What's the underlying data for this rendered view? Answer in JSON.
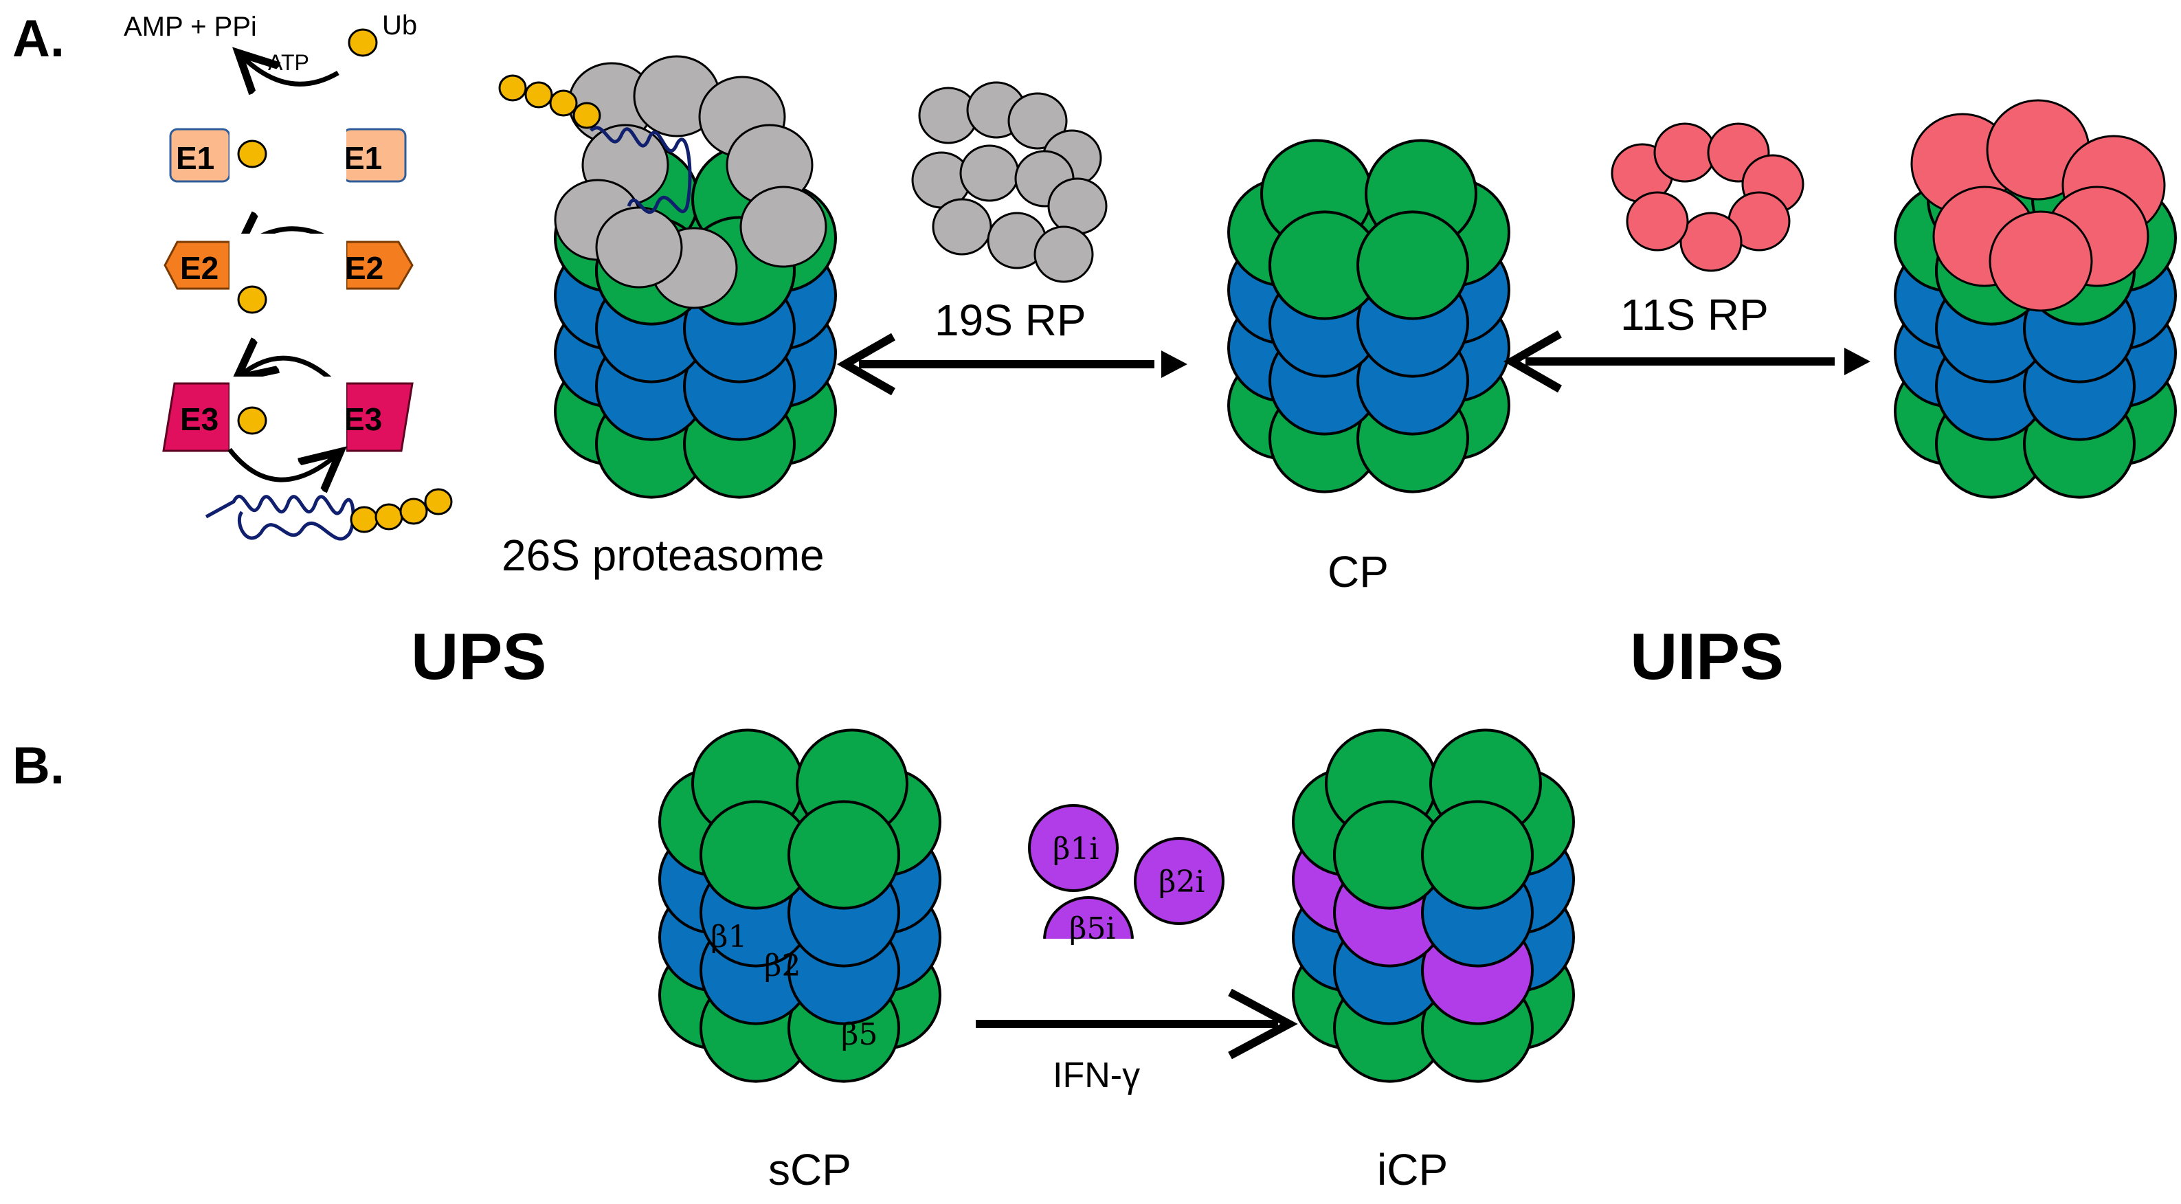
{
  "panel_a": {
    "label": "A.",
    "cascade": {
      "amp_ppi": "AMP + PPi",
      "ub": "Ub",
      "atp": "ATP",
      "e1_left": "E1",
      "e1_right": "E1",
      "e2_left": "E2",
      "e2_right": "E2",
      "e3_left": "E3",
      "e3_right": "E3"
    },
    "rp19s_label": "19S RP",
    "rp11s_label": "11S RP",
    "proteasome_26s_label": "26S proteasome",
    "cp_label": "CP",
    "ups_label": "UPS",
    "uips_label": "UIPS"
  },
  "panel_b": {
    "label": "B.",
    "subunits": [
      "β1i",
      "β2i",
      "β5i"
    ],
    "beta_labels": [
      "β1",
      "β2",
      "β5"
    ],
    "ifn_label": "IFN-γ",
    "scp_label": "sCP",
    "icp_label": "iCP"
  },
  "colors": {
    "green": "#0aa64a",
    "blue": "#0a72bd",
    "gray": "#b3b1b1",
    "salmon": "#f26270",
    "purple": "#b03de8",
    "ub_yellow": "#f5b800",
    "e1": "#fbb98c",
    "e2": "#f47d20",
    "e3": "#e0105e",
    "substrate": "#10206e"
  }
}
